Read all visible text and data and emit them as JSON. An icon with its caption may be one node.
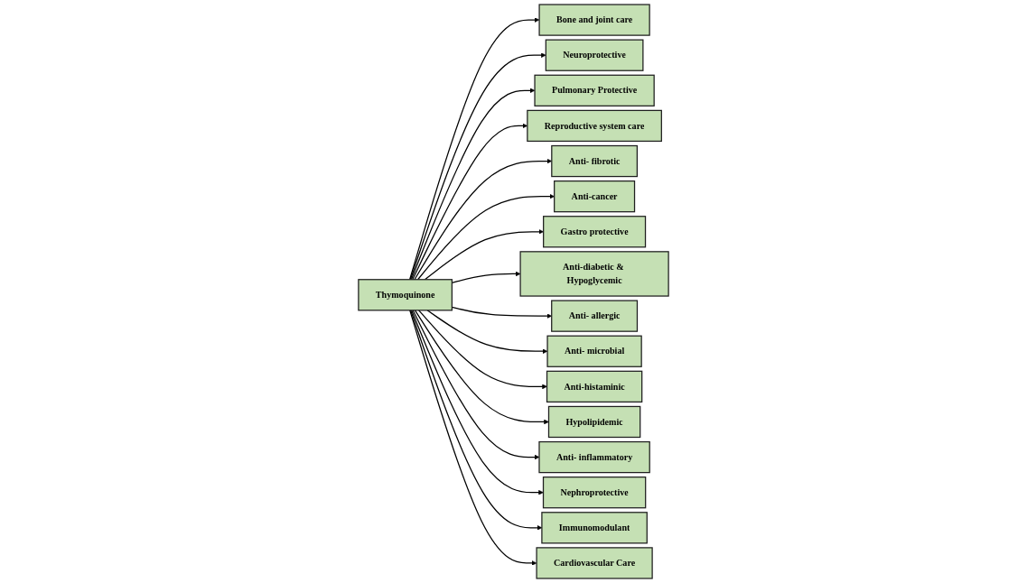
{
  "diagram": {
    "nodes": [
      {
        "text": [
          "Thymoquinone"
        ]
      },
      {
        "text": [
          "Bone and joint care"
        ]
      },
      {
        "text": [
          "Neuroprotective"
        ]
      },
      {
        "text": [
          "Pulmonary Protective"
        ]
      },
      {
        "text": [
          "Reproductive system care"
        ]
      },
      {
        "text": [
          "Anti- fibrotic"
        ]
      },
      {
        "text": [
          "Anti-cancer"
        ]
      },
      {
        "text": [
          "Gastro protective"
        ]
      },
      {
        "text": [
          "Anti-diabetic & Hypoglycemic"
        ]
      },
      {
        "text": [
          "Anti- allergic"
        ]
      },
      {
        "text": [
          "Anti- microbial"
        ]
      },
      {
        "text": [
          "Anti-histaminic"
        ]
      },
      {
        "text": [
          "Hypolipidemic"
        ]
      },
      {
        "text": [
          "Anti- inflammatory"
        ]
      },
      {
        "text": [
          "Nephroprotective"
        ]
      },
      {
        "text": [
          "Immunomodulant"
        ]
      },
      {
        "text": [
          "Cardiovascular Care"
        ]
      }
    ],
    "edges": [
      {
        "from": 0,
        "to": 1,
        "arrow": "to"
      },
      {
        "from": 0,
        "to": 2,
        "arrow": "to"
      },
      {
        "from": 0,
        "to": 3,
        "arrow": "to"
      },
      {
        "from": 0,
        "to": 4,
        "arrow": "to"
      },
      {
        "from": 0,
        "to": 5,
        "arrow": "to"
      },
      {
        "from": 0,
        "to": 6,
        "arrow": "to"
      },
      {
        "from": 0,
        "to": 7,
        "arrow": "to"
      },
      {
        "from": 0,
        "to": 8,
        "arrow": "to"
      },
      {
        "from": 0,
        "to": 9,
        "arrow": "to"
      },
      {
        "from": 0,
        "to": 10,
        "arrow": "to"
      },
      {
        "from": 0,
        "to": 11,
        "arrow": "to"
      },
      {
        "from": 0,
        "to": 12,
        "arrow": "to"
      },
      {
        "from": 0,
        "to": 13,
        "arrow": "to"
      },
      {
        "from": 0,
        "to": 14,
        "arrow": "to"
      },
      {
        "from": 0,
        "to": 15,
        "arrow": "to"
      },
      {
        "from": 0,
        "to": 16,
        "arrow": "to"
      }
    ]
  }
}
